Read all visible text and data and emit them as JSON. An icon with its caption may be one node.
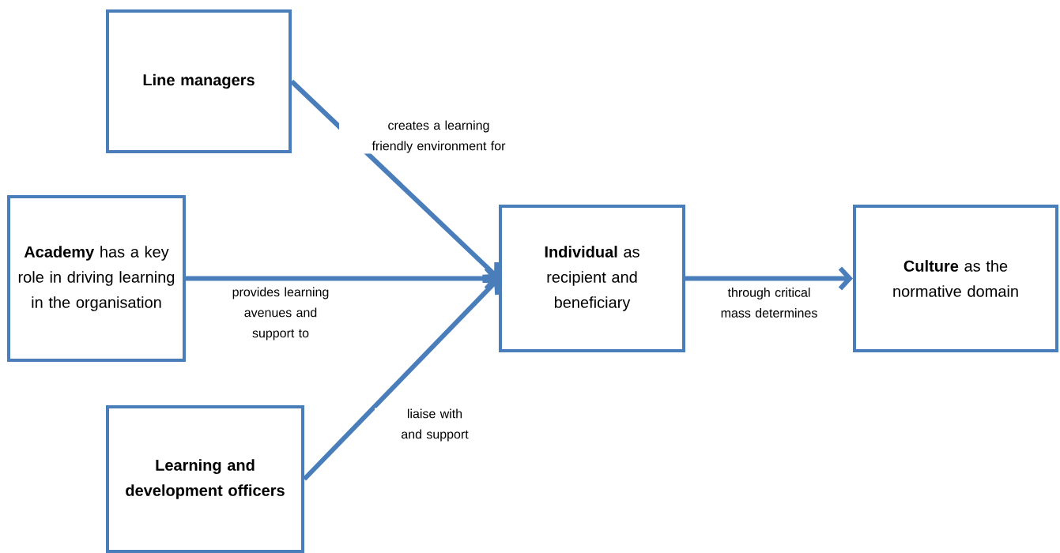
{
  "diagram": {
    "nodes": [
      {
        "text": [
          "Line managers"
        ]
      },
      {
        "text": [
          "**Academy** has a key role in driving learning in the organisation"
        ]
      },
      {
        "text": [
          "Learning and development officers"
        ]
      },
      {
        "text": [
          "**Individual** as recipient and beneficiary"
        ]
      },
      {
        "text": [
          "**Culture** as the normative domain"
        ]
      }
    ],
    "edges": [
      {
        "from": 0,
        "to": 3,
        "arrow": "to",
        "label": "creates a learning friendly environment for"
      },
      {
        "from": 1,
        "to": 3,
        "arrow": "to",
        "label": "provides learning avenues and support to"
      },
      {
        "from": 2,
        "to": 3,
        "arrow": "to",
        "label": "liaise with and support"
      },
      {
        "from": 3,
        "to": 4,
        "arrow": "to",
        "label": "through critical mass determines"
      }
    ]
  }
}
